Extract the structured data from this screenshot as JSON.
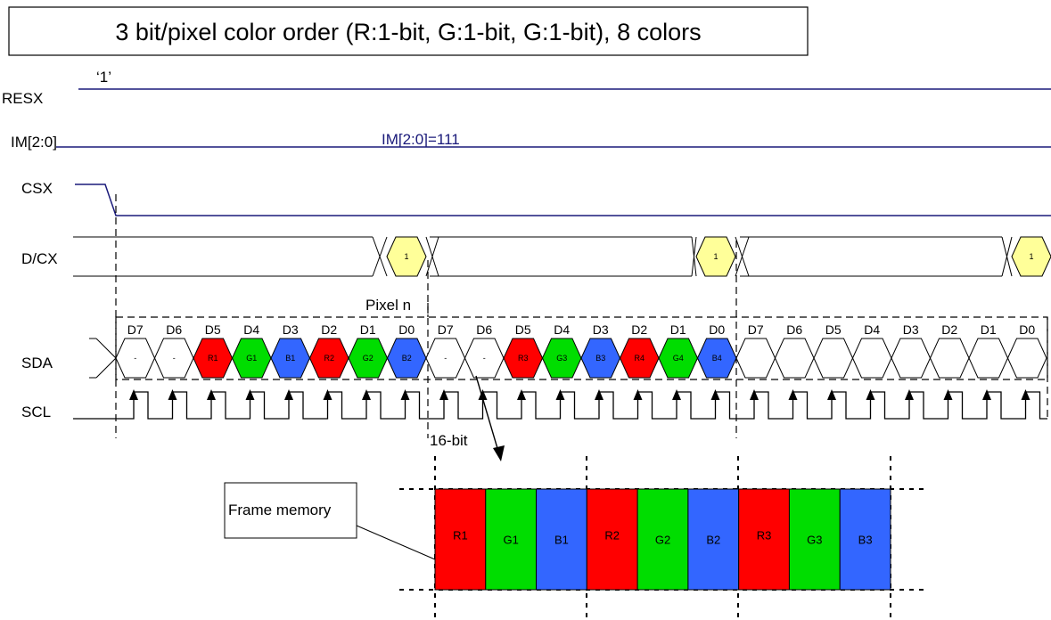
{
  "title": "3 bit/pixel color order (R:1-bit, G:1-bit, G:1-bit), 8 colors",
  "signals": {
    "resx": "RESX",
    "resx_level": "‘1’",
    "im": "IM[2:0]",
    "im_value": "IM[2:0]=111",
    "csx": "CSX",
    "dcx": "D/CX",
    "sda": "SDA",
    "scl": "SCL"
  },
  "dcx_hex_label": "1",
  "pixel_label": "Pixel n",
  "bit_header": [
    "D7",
    "D6",
    "D5",
    "D4",
    "D3",
    "D2",
    "D1",
    "D0"
  ],
  "sda_cells": [
    {
      "label": "-",
      "color": "#ffffff"
    },
    {
      "label": "-",
      "color": "#ffffff"
    },
    {
      "label": "R1",
      "color": "#ff0000"
    },
    {
      "label": "G1",
      "color": "#00dd00"
    },
    {
      "label": "B1",
      "color": "#3366ff"
    },
    {
      "label": "R2",
      "color": "#ff0000"
    },
    {
      "label": "G2",
      "color": "#00dd00"
    },
    {
      "label": "B2",
      "color": "#3366ff"
    },
    {
      "label": "-",
      "color": "#ffffff"
    },
    {
      "label": "-",
      "color": "#ffffff"
    },
    {
      "label": "R3",
      "color": "#ff0000"
    },
    {
      "label": "G3",
      "color": "#00dd00"
    },
    {
      "label": "B3",
      "color": "#3366ff"
    },
    {
      "label": "R4",
      "color": "#ff0000"
    },
    {
      "label": "G4",
      "color": "#00dd00"
    },
    {
      "label": "B4",
      "color": "#3366ff"
    },
    {
      "label": "",
      "color": "#ffffff"
    },
    {
      "label": "",
      "color": "#ffffff"
    },
    {
      "label": "",
      "color": "#ffffff"
    },
    {
      "label": "",
      "color": "#ffffff"
    },
    {
      "label": "",
      "color": "#ffffff"
    },
    {
      "label": "",
      "color": "#ffffff"
    },
    {
      "label": "",
      "color": "#ffffff"
    },
    {
      "label": "",
      "color": "#ffffff"
    }
  ],
  "bus_width_label": "16-bit",
  "frame_memory_label": "Frame memory",
  "memory_cells": [
    {
      "label": "R1",
      "color": "#ff0000"
    },
    {
      "label": "G1",
      "color": "#00dd00"
    },
    {
      "label": "B1",
      "color": "#3366ff"
    },
    {
      "label": "R2",
      "color": "#ff0000"
    },
    {
      "label": "G2",
      "color": "#00dd00"
    },
    {
      "label": "B2",
      "color": "#3366ff"
    },
    {
      "label": "R3",
      "color": "#ff0000"
    },
    {
      "label": "G3",
      "color": "#00dd00"
    },
    {
      "label": "B3",
      "color": "#3366ff"
    }
  ],
  "colors": {
    "signal_line": "#1a1a7a",
    "dcx_hex": "#ffff99"
  }
}
